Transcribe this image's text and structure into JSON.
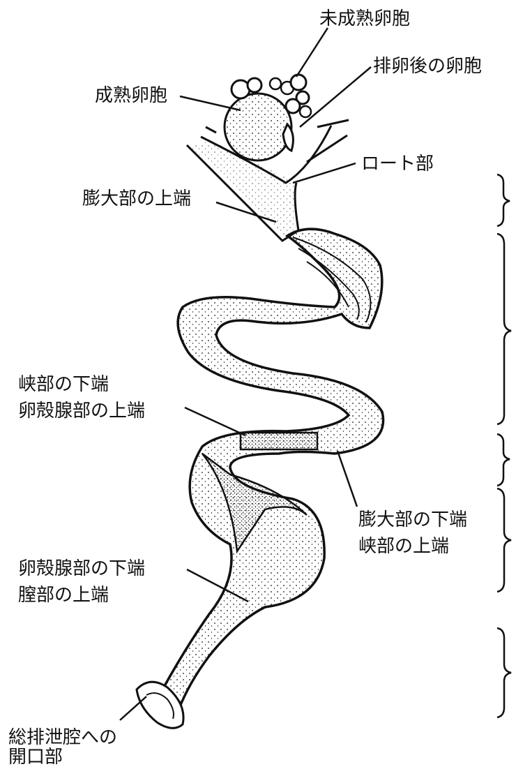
{
  "labels": {
    "immature_follicle": "未成熟卵胞",
    "post_ovulatory_follicle": "排卵後の卵胞",
    "mature_follicle": "成熟卵胞",
    "infundibulum": "ロート部",
    "magnum_upper_end": "膨大部の上端",
    "isthmus_lower_end": "峡部の下端",
    "shell_gland_upper_end": "卵殻腺部の上端",
    "magnum_lower_end": "膨大部の下端",
    "isthmus_upper_end": "峡部の上端",
    "shell_gland_lower_end": "卵殻腺部の下端",
    "vagina_upper_end": "膣部の上端",
    "cloaca_opening_line1": "総排泄腔への",
    "cloaca_opening_line2": "開口部"
  },
  "colors": {
    "ink": "#111111",
    "paper": "#ffffff"
  }
}
